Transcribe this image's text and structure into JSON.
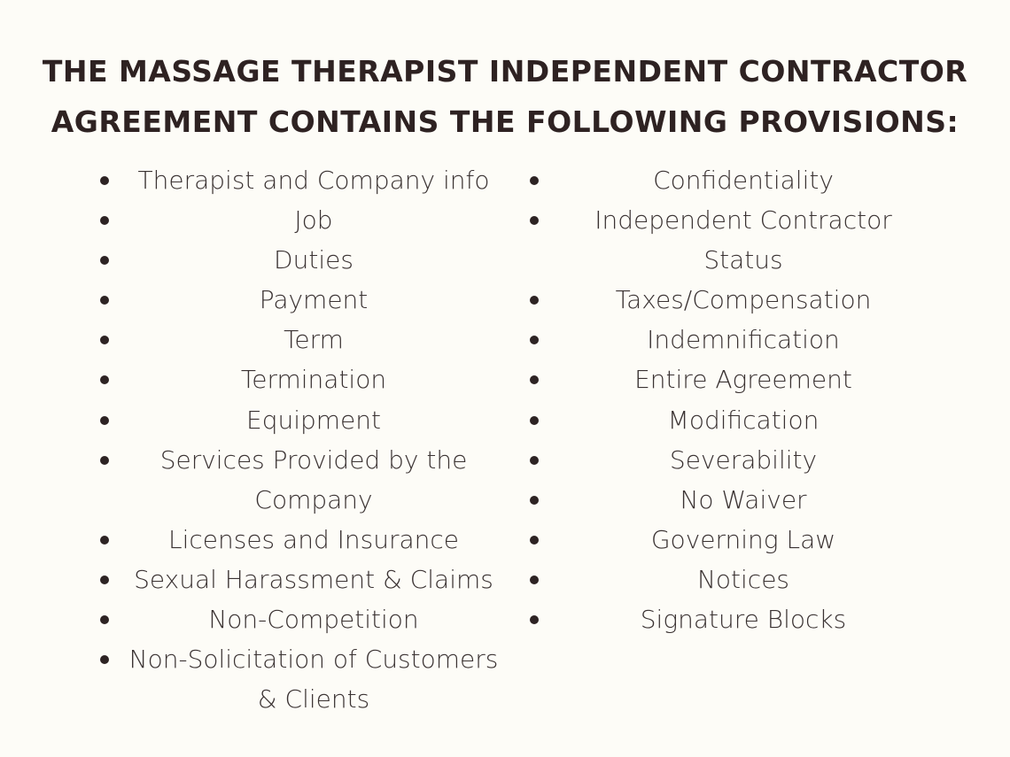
{
  "title": {
    "line1": "The Massage Therapist Independent Contractor",
    "line2": "Agreement contains the following provisions:"
  },
  "left_items": [
    {
      "label": "Therapist and Company info"
    },
    {
      "label": "Job"
    },
    {
      "label": "Duties"
    },
    {
      "label": "Payment"
    },
    {
      "label": "Term"
    },
    {
      "label": "Termination"
    },
    {
      "label": "Equipment"
    },
    {
      "label": "Services Provided by the Company"
    },
    {
      "label": "Licenses and Insurance"
    },
    {
      "label": "Sexual Harassment & Claims"
    },
    {
      "label": "Non-Competition"
    },
    {
      "label": "Non-Solicitation of Customers & Clients"
    }
  ],
  "right_items": [
    {
      "label": "Confidentiality"
    },
    {
      "label": "Independent Contractor Status"
    },
    {
      "label": "Taxes/Compensation"
    },
    {
      "label": "Indemnification"
    },
    {
      "label": "Entire Agreement"
    },
    {
      "label": "Modification"
    },
    {
      "label": "Severability"
    },
    {
      "label": "No Waiver"
    },
    {
      "label": "Governing Law"
    },
    {
      "label": "Notices"
    },
    {
      "label": "Signature Blocks"
    }
  ],
  "colors": {
    "background": "#fdfcf7",
    "text": "#2d2323"
  }
}
